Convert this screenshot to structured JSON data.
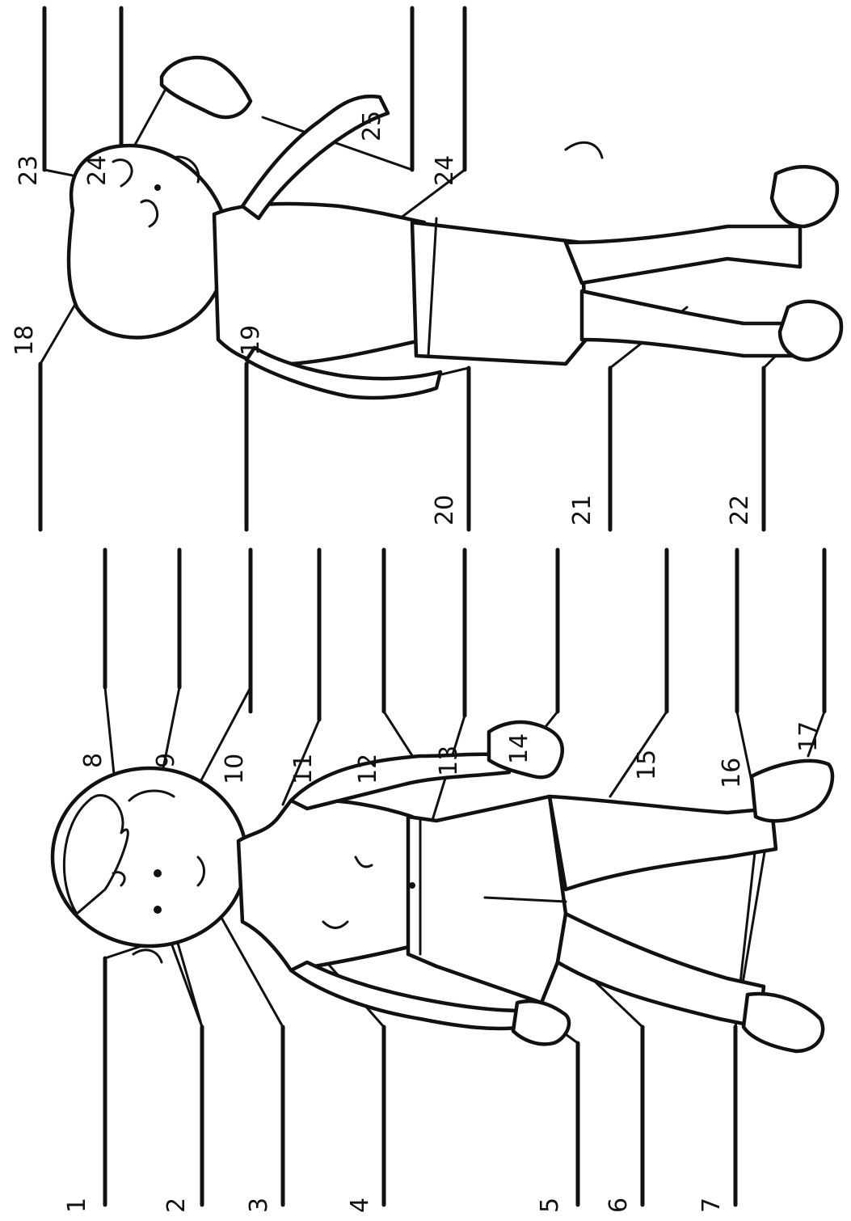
{
  "worksheet": {
    "front_labels": [
      "1",
      "2",
      "3",
      "4",
      "5",
      "6",
      "7",
      "8",
      "9",
      "10",
      "11",
      "12",
      "13",
      "14",
      "15",
      "16",
      "17"
    ],
    "back_labels": [
      "18",
      "19",
      "20",
      "21",
      "22",
      "23",
      "24",
      "24",
      "25"
    ],
    "figures": [
      "boy-front-view",
      "boy-back-view"
    ]
  }
}
